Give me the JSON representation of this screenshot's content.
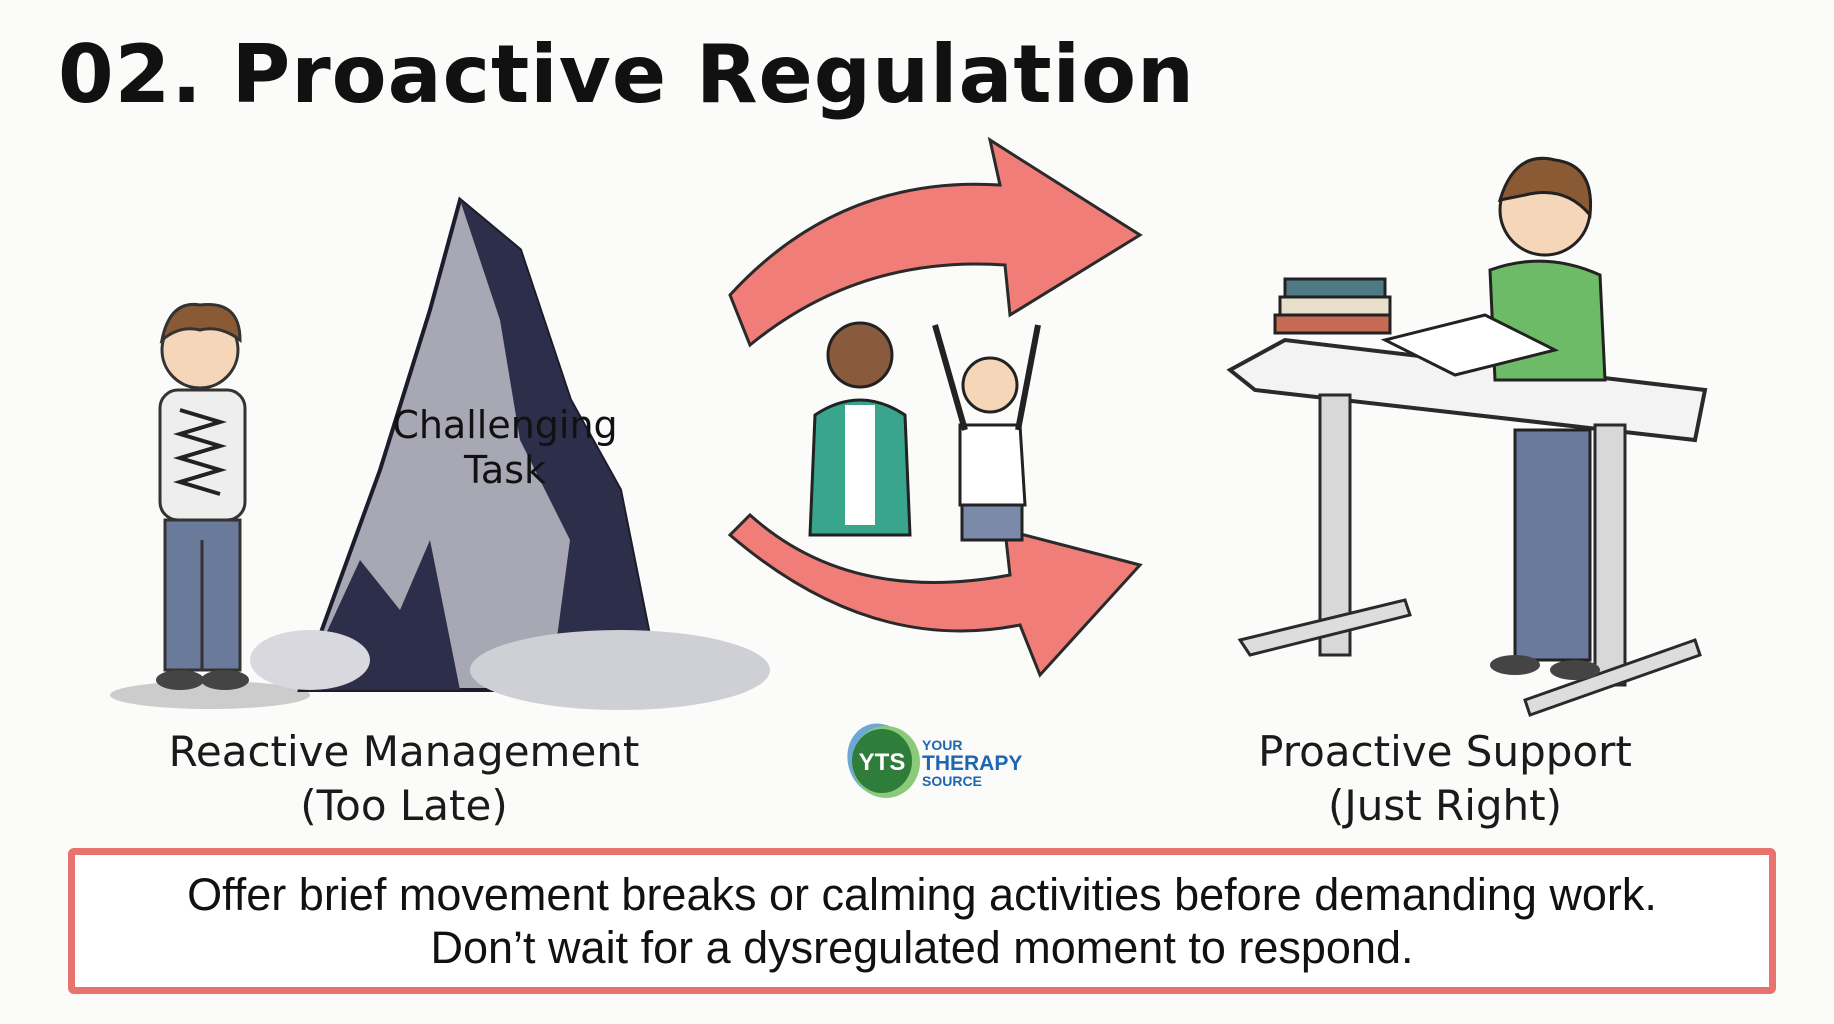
{
  "title": "02. Proactive Regulation",
  "illustration": {
    "mountain_label_line1": "Challenging",
    "mountain_label_line2": "Task"
  },
  "captions": {
    "left_line1": "Reactive Management",
    "left_line2": "(Too Late)",
    "right_line1": "Proactive Support",
    "right_line2": "(Just Right)"
  },
  "logo": {
    "initials": "YTS",
    "line1": "YOUR",
    "line2": "THERAPY",
    "line3": "SOURCE"
  },
  "message": {
    "line1": "Offer brief movement breaks or calming activities before demanding work.",
    "line2": "Don’t wait for a dysregulated moment to respond."
  },
  "colors": {
    "accent_red": "#e8736e",
    "logo_green": "#2e7d3a",
    "logo_blue": "#1e66b0"
  }
}
